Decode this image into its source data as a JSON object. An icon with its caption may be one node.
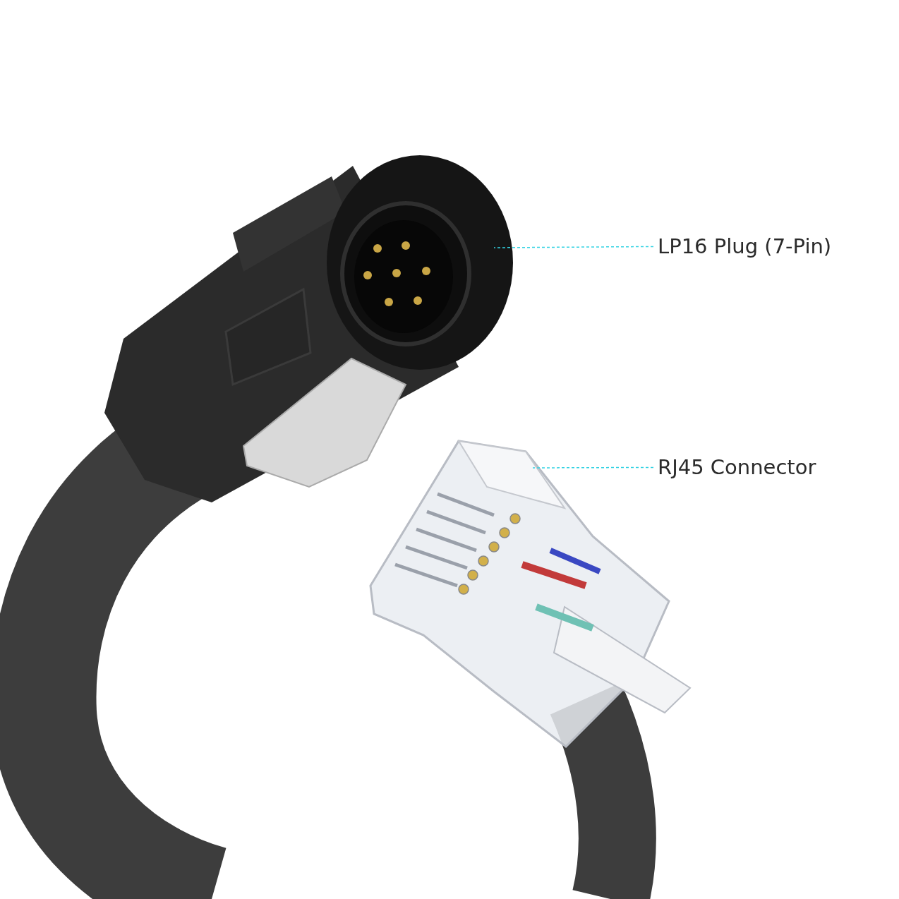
{
  "diagram": {
    "nodes": [
      {
        "text": [
          "LP16 Plug (7-Pin)"
        ]
      },
      {
        "text": [],
        "shape": "picture"
      },
      {
        "text": [
          "RJ45 Connector"
        ]
      },
      {
        "text": [],
        "shape": "picture"
      }
    ],
    "edges": [
      {
        "from": 0,
        "to": 1,
        "arrow": "none",
        "style": "dashed"
      },
      {
        "from": 2,
        "to": 3,
        "arrow": "none",
        "style": "dashed"
      }
    ]
  }
}
